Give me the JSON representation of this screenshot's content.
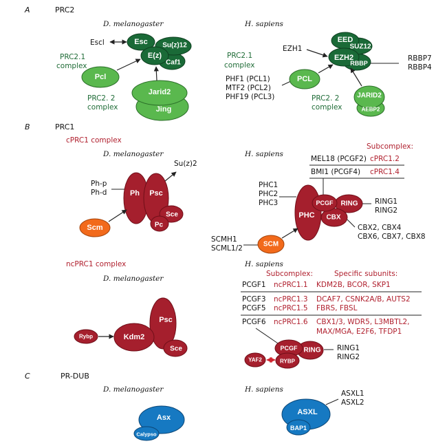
{
  "sections": {
    "a": {
      "letter": "A",
      "title": "PRC2"
    },
    "b": {
      "letter": "B",
      "title": "PRC1"
    },
    "c": {
      "letter": "C",
      "title": "PR-DUB"
    }
  },
  "species": {
    "dm": "D. melanogaster",
    "hs": "H. sapiens"
  },
  "prc2": {
    "dm": {
      "escl": "Escl",
      "esc": "Esc",
      "suz12": "Su(z)12",
      "ez": "E(z)",
      "caf1": "Caf1",
      "pcl": "Pcl",
      "jarid2": "Jarid2",
      "jing": "Jing",
      "prc21_l1": "PRC2.1",
      "prc21_l2": "complex",
      "prc22_l1": "PRC2. 2",
      "prc22_l2": "complex"
    },
    "hs": {
      "ezh1": "EZH1",
      "eed": "EED",
      "suz12": "SUZ12",
      "ezh2": "EZH2",
      "rbbp": "RBBP",
      "rbbp7": "RBBP7",
      "rbbp4": "RBBP4",
      "pcl": "PCL",
      "phf1": "PHF1 (PCL1)",
      "mtf2": "MTF2 (PCL2)",
      "phf19": "PHF19 (PCL3)",
      "jarid2": "JARID2",
      "aebp2": "AEBP2",
      "prc21_l1": "PRC2.1",
      "prc21_l2": "complex",
      "prc22_l1": "PRC2. 2",
      "prc22_l2": "complex"
    }
  },
  "prc1": {
    "cprc1_title": "cPRC1 complex",
    "ncprc1_title": "ncPRC1 complex",
    "dm_c": {
      "php": "Ph-p",
      "phd": "Ph-d",
      "suz2": "Su(z)2",
      "ph": "Ph",
      "psc": "Psc",
      "sce": "Sce",
      "pc": "Pc",
      "scm": "Scm"
    },
    "hs_c": {
      "subcomplex": "Subcomplex:",
      "mel18": "MEL18 (PCGF2)",
      "cprc12": "cPRC1.2",
      "bmi1": "BMI1 (PCGF4)",
      "cprc14": "cPRC1.4",
      "phc1": "PHC1",
      "phc2": "PHC2",
      "phc3": "PHC3",
      "phc": "PHC",
      "pcgf": "PCGF",
      "ring": "RING",
      "cbx": "CBX",
      "ring1": "RING1",
      "ring2": "RING2",
      "cbx_l1": "CBX2, CBX4",
      "cbx_l2": "CBX6, CBX7, CBX8",
      "scmh1": "SCMH1",
      "scml": "SCML1/2",
      "scm": "SCM"
    },
    "dm_nc": {
      "rybp": "Rybp",
      "kdm2": "Kdm2",
      "psc": "Psc",
      "sce": "Sce"
    },
    "hs_nc": {
      "subcomplex": "Subcomplex:",
      "specific": "Specific subunits:",
      "rows": [
        {
          "pcgf": "PCGF1",
          "sub": "ncPRC1.1",
          "units": "KDM2B, BCOR, SKP1"
        },
        {
          "pcgf": "PCGF3",
          "sub": "ncPRC1.3",
          "units": "DCAF7, CSNK2A/B, AUTS2"
        },
        {
          "pcgf": "PCGF5",
          "sub": "ncPRC1.5",
          "units": "FBRS, FBSL"
        },
        {
          "pcgf": "PCGF6",
          "sub": "ncPRC1.6",
          "units": "CBX1/3, WDR5, L3MBTL2,",
          "units2": "MAX/MGA, E2F6, TFDP1"
        }
      ],
      "pcgf": "PCGF",
      "ring": "RING",
      "rybp": "RYBP",
      "yaf2": "YAF2",
      "ring1": "RING1",
      "ring2": "RING2"
    }
  },
  "prdub": {
    "dm": {
      "asx": "Asx",
      "calypso": "Calypso"
    },
    "hs": {
      "asxl": "ASXL",
      "bap1": "BAP1",
      "asxl1": "ASXL1",
      "asxl2": "ASXL2"
    }
  },
  "colors": {
    "dark_green": "#1a6a37",
    "light_green": "#5ab84e",
    "dark_red": "#a51f2d",
    "orange": "#f26a1b",
    "blue": "#1679c2",
    "label_green": "#1e6b36",
    "label_red": "#b0202e"
  }
}
